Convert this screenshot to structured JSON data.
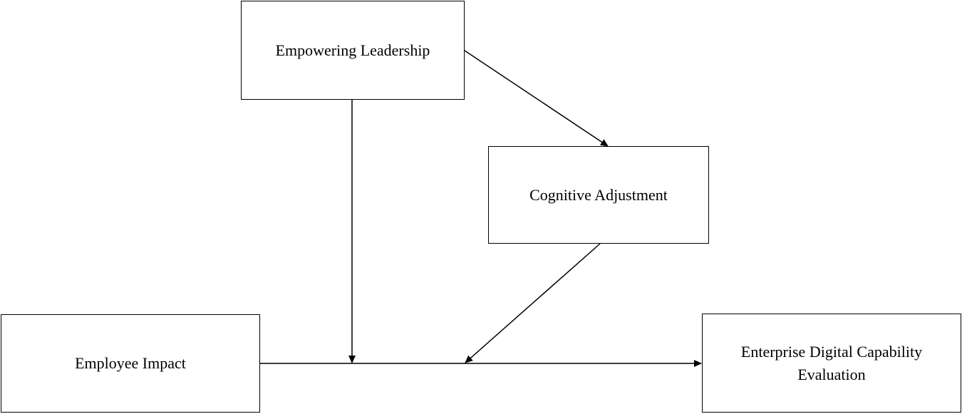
{
  "nodes": {
    "empowering_leadership": "Empowering Leadership",
    "cognitive_adjustment": "Cognitive Adjustment",
    "employee_impact": "Employee Impact",
    "enterprise_line1": "Enterprise Digital Capability",
    "enterprise_line2": "Evaluation"
  },
  "edges": [
    {
      "from": "Empowering Leadership",
      "to": "Cognitive Adjustment"
    },
    {
      "from": "Empowering Leadership",
      "to": "Employee Impact → Enterprise Digital Capability Evaluation path"
    },
    {
      "from": "Cognitive Adjustment",
      "to": "Employee Impact → Enterprise Digital Capability Evaluation path"
    },
    {
      "from": "Employee Impact",
      "to": "Enterprise Digital Capability Evaluation"
    }
  ],
  "colors": {
    "stroke": "#000000",
    "background": "#ffffff"
  }
}
